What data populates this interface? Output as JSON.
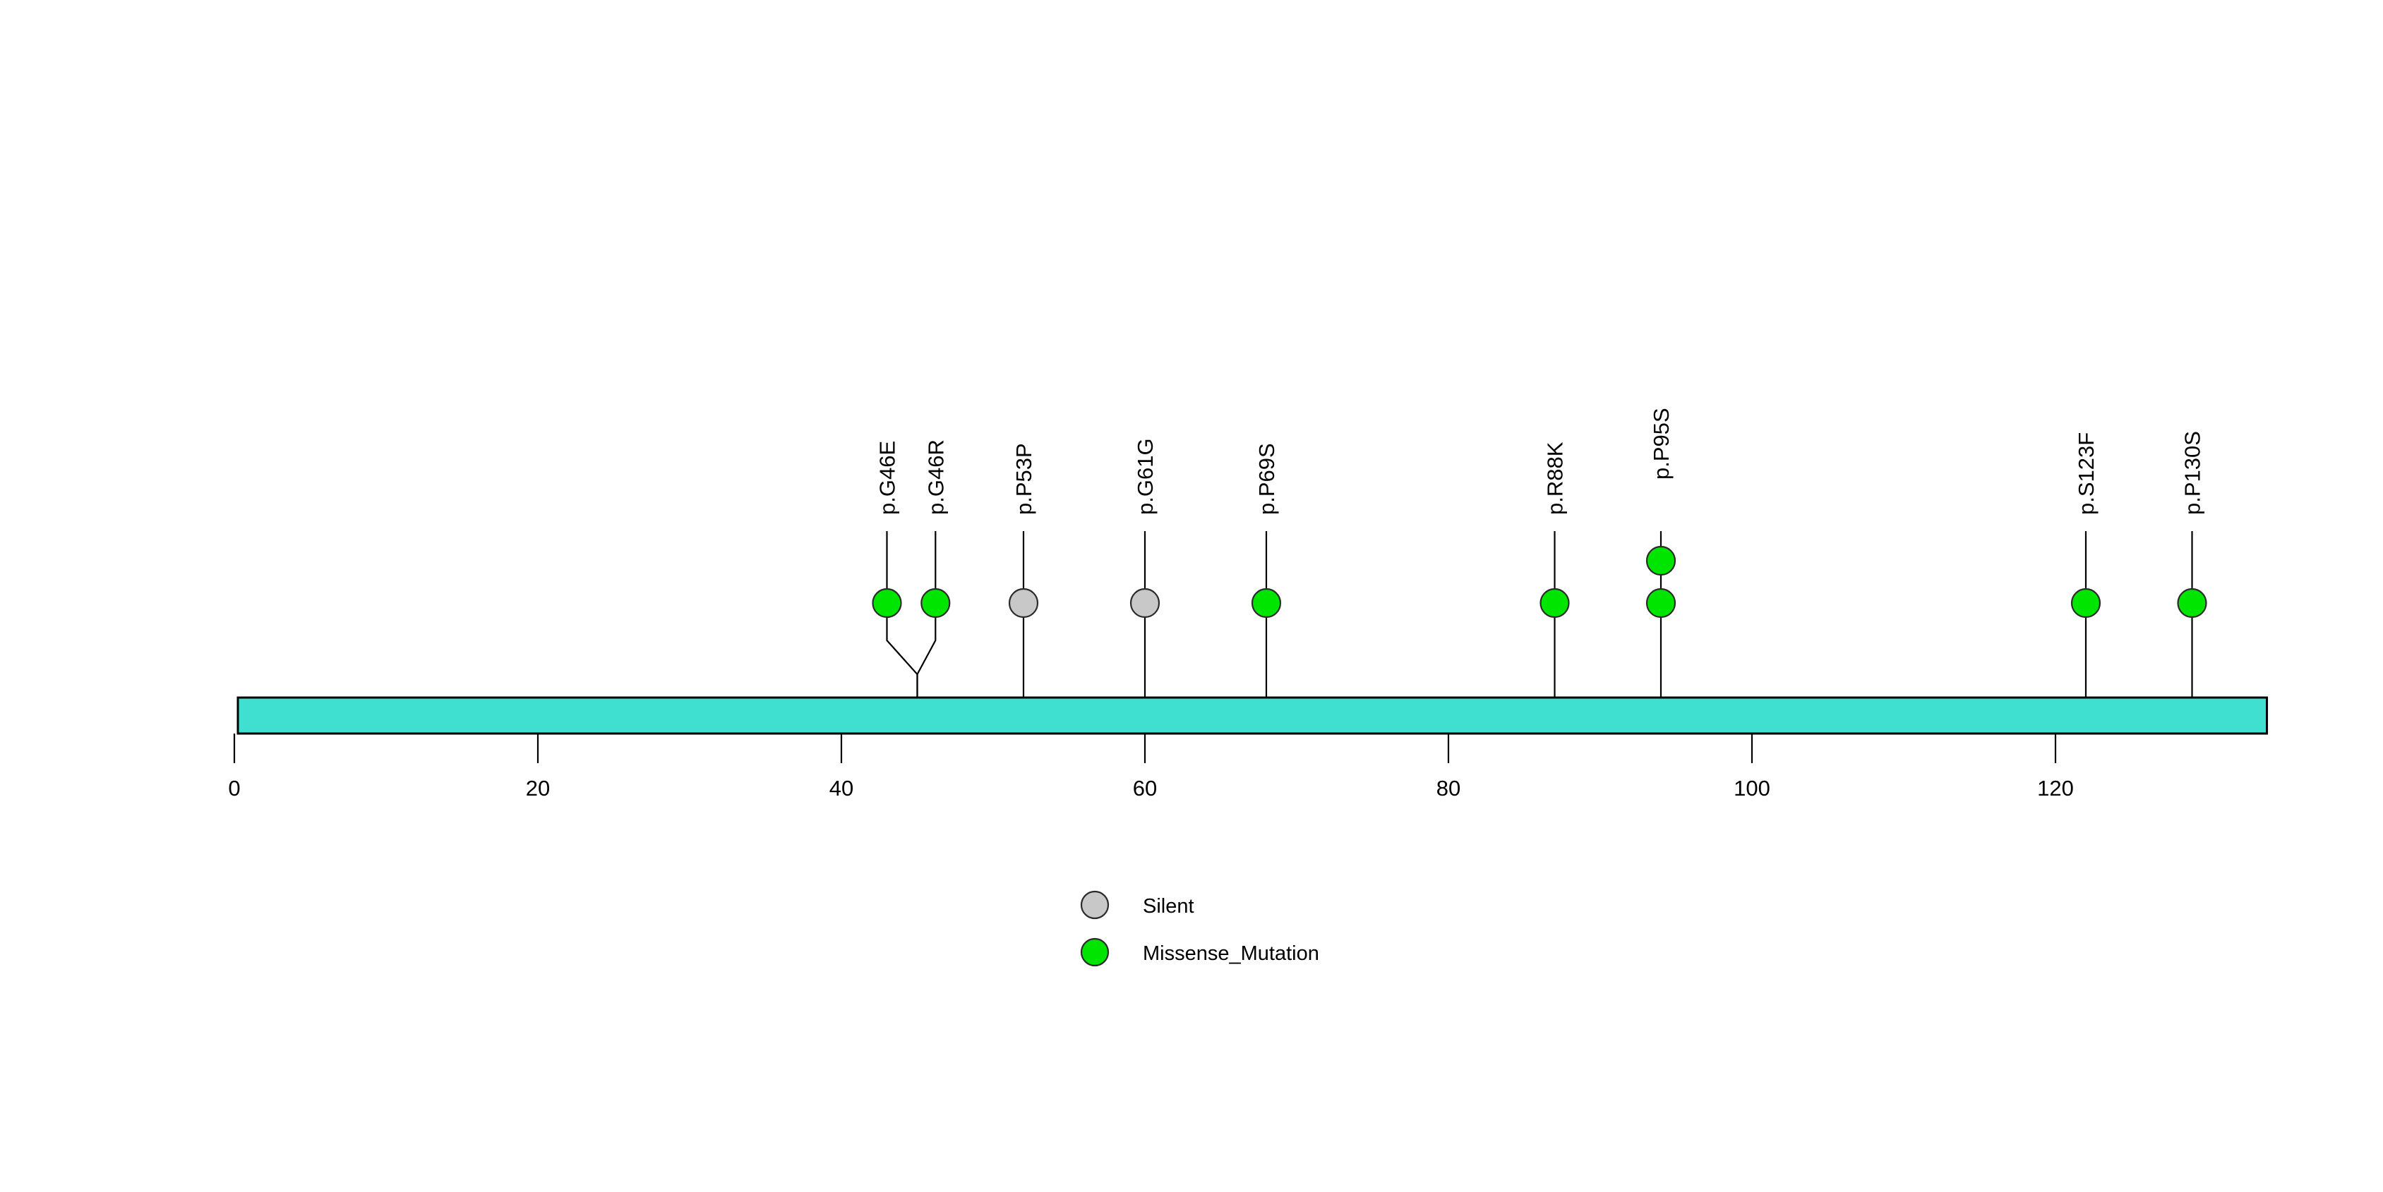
{
  "chart_data": {
    "type": "lollipop",
    "title": "",
    "subtitle": "",
    "xlabel": "",
    "ylabel": "",
    "xlim": [
      0,
      133.7
    ],
    "grid": false,
    "axis_ticks": [
      0,
      20,
      40,
      60,
      80,
      100,
      120
    ],
    "protein_bar": {
      "name": "protein-domain-bar",
      "start": 0,
      "end": 133.7,
      "color": "#40E0D0",
      "border_color": "#000000"
    },
    "legend": {
      "position": "bottom-center",
      "entries": [
        {
          "label": "Silent",
          "color": "#C8C8C8",
          "shape": "circle"
        },
        {
          "label": "Missense_Mutation",
          "color": "#00E500",
          "shape": "circle"
        }
      ]
    },
    "mutations": [
      {
        "label": "p.G46E",
        "position": 43.0,
        "anchor": 45.0,
        "count": 1,
        "type": "Missense_Mutation",
        "color": "#00E500"
      },
      {
        "label": "p.G46R",
        "position": 46.2,
        "anchor": 45.0,
        "count": 1,
        "type": "Missense_Mutation",
        "color": "#00E500"
      },
      {
        "label": "p.P53P",
        "position": 52.0,
        "anchor": 52.0,
        "count": 1,
        "type": "Silent",
        "color": "#C8C8C8"
      },
      {
        "label": "p.G61G",
        "position": 60.0,
        "anchor": 60.0,
        "count": 1,
        "type": "Silent",
        "color": "#C8C8C8"
      },
      {
        "label": "p.P69S",
        "position": 68.0,
        "anchor": 68.0,
        "count": 1,
        "type": "Missense_Mutation",
        "color": "#00E500"
      },
      {
        "label": "p.R88K",
        "position": 87.0,
        "anchor": 87.0,
        "count": 1,
        "type": "Missense_Mutation",
        "color": "#00E500"
      },
      {
        "label": "p.P95S",
        "position": 94.0,
        "anchor": 94.0,
        "count": 2,
        "type": "Missense_Mutation",
        "color": "#00E500"
      },
      {
        "label": "p.S123F",
        "position": 122.0,
        "anchor": 122.0,
        "count": 1,
        "type": "Missense_Mutation",
        "color": "#00E500"
      },
      {
        "label": "p.P130S",
        "position": 129.0,
        "anchor": 129.0,
        "count": 1,
        "type": "Missense_Mutation",
        "color": "#00E500"
      }
    ]
  },
  "colors": {
    "domain_turquoise": "#40E0D0",
    "missense_green": "#00E500",
    "silent_grey": "#C8C8C8",
    "stroke_black": "#000000",
    "background": "#ffffff"
  }
}
